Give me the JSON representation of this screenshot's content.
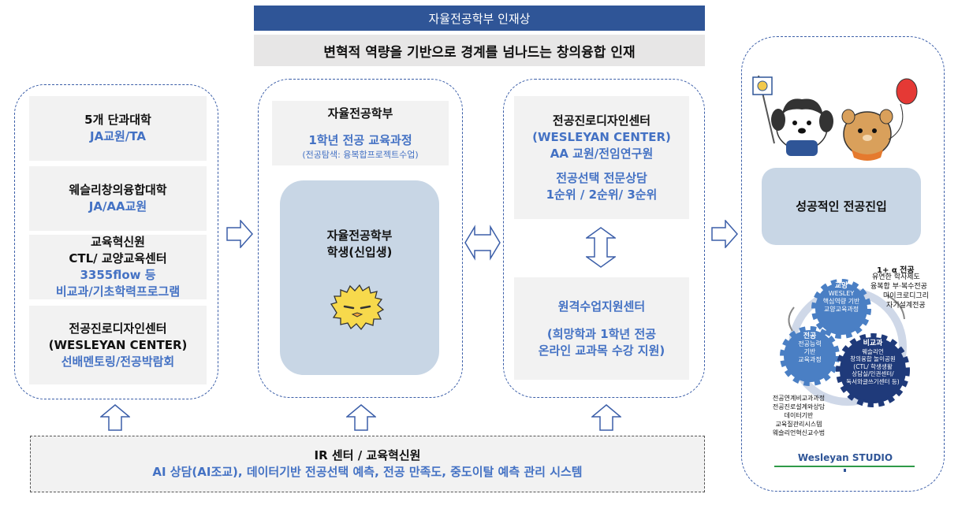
{
  "header": {
    "banner": "자율전공학부 인재상",
    "vision": "변혁적 역량을 기반으로 경계를 넘나드는 창의융합 인재"
  },
  "left_panel": {
    "boxes": [
      {
        "title": "5개 단과대학",
        "sub": "JA교원/TA"
      },
      {
        "title": "웨슬리창의융합대학",
        "sub": "JA/AA교원"
      },
      {
        "title1": "교육혁신원",
        "title2": "CTL/ 교양교육센터",
        "sub1": "3355flow 등",
        "sub2": "비교과/기초학력프로그램"
      },
      {
        "title1": "전공진로디자인센터",
        "title2": "(WESLEYAN CENTER)",
        "sub": "선배멘토링/전공박람회"
      }
    ]
  },
  "center_panel": {
    "top_title": "자율전공학부",
    "course": "1학년 전공 교육과정",
    "course_note": "(전공탐색: 융복합프로젝트수업)",
    "student_line1": "자율전공학부",
    "student_line2": "학생(신입생)"
  },
  "right_panel": {
    "center_title": "전공진로디자인센터",
    "center_name": "(WESLEYAN CENTER)",
    "center_staff": "AA 교원/전임연구원",
    "counsel_title": "전공선택 전문상담",
    "counsel_rank": "1순위 / 2순위/ 3순위",
    "remote_title": "원격수업지원센터",
    "remote_line1": "(희망학과 1학년 전공",
    "remote_line2": "온라인 교과목 수강 지원)"
  },
  "outcome_panel": {
    "result": "성공적인 전공진입",
    "badge_text": "1+ α 전공",
    "badge_line1": "유연한 학사제도",
    "badge_line2": "융복합 부·복수전공",
    "badge_line3": "마이크로디그리",
    "badge_line4": "자기설계전공",
    "gear_top_title": "교양",
    "gear_top_l1": "WESLEY",
    "gear_top_l2": "핵심역량 기반",
    "gear_top_l3": "교양교육과정",
    "gear_left_title": "전공",
    "gear_left_l1": "전공능력",
    "gear_left_l2": "기반",
    "gear_left_l3": "교육과정",
    "gear_right_title": "비교과",
    "gear_right_l1": "웨슬리언",
    "gear_right_l2": "창의융합 놀이공원",
    "gear_right_l3": "(CTL/ 학생생활",
    "gear_right_l4": "상담실/인권센터/",
    "gear_right_l5": "독서와글쓰기센터 등)",
    "foot_l1": "전공연계비교과과정",
    "foot_l2": "전공진로설계와상담",
    "foot_l3": "데이터기반",
    "foot_l4": "교육질관리시스템",
    "foot_l5": "웨슬리언혁신교수법",
    "studio": "Wesleyan STUDIO"
  },
  "bottom_panel": {
    "title": "IR 센터 / 교육혁신원",
    "desc": "AI 상담(AI조교), 데이터기반 전공선택 예측, 전공 만족도, 중도이탈 예측 관리 시스템"
  },
  "colors": {
    "navy": "#2f5597",
    "accent": "#4472c4",
    "gear_blue": "#2e5fa8",
    "gear_navy": "#1f3a7a",
    "student_box": "#c8d6e5"
  }
}
